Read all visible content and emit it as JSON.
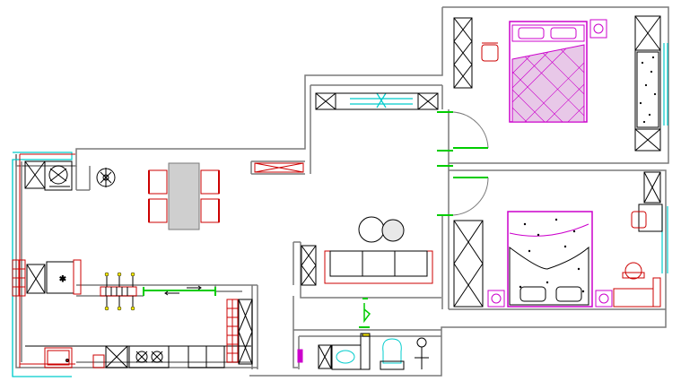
{
  "colors": {
    "wall": "#7a7a7a",
    "furniture": "#cc0000",
    "bed": "#cc00cc",
    "glass": "#00cccc",
    "door": "#00cc00",
    "symbol": "#ffee00",
    "fixture": "#0000cc"
  },
  "rooms": [
    "kitchen",
    "dining",
    "living",
    "bathroom",
    "master-bedroom",
    "second-bedroom",
    "corridor"
  ]
}
